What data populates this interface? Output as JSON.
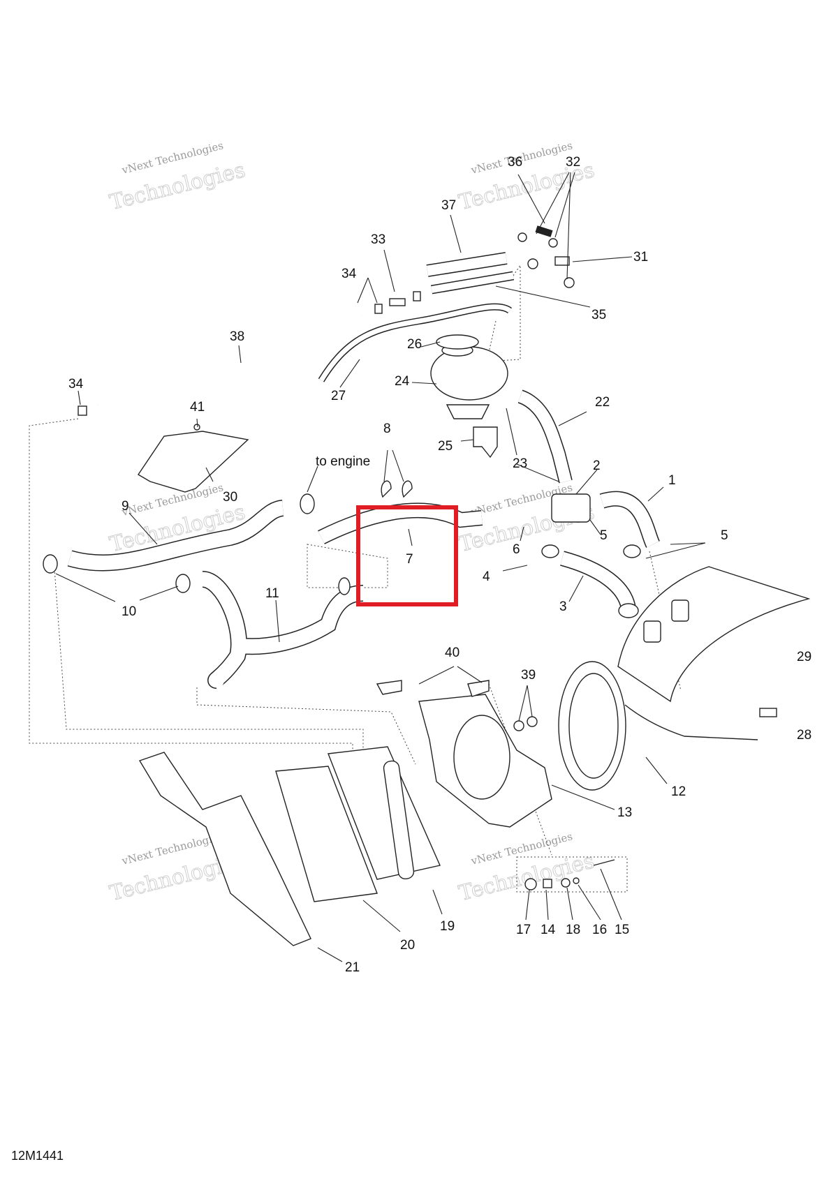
{
  "diagram": {
    "reference_code": "12M1441",
    "annotation_text": "to engine",
    "watermark": {
      "line1": "vNext Technologies",
      "line2": "Technologies"
    },
    "highlight_color": "#e01c24",
    "callouts": [
      {
        "id": "c1",
        "label": "1"
      },
      {
        "id": "c2",
        "label": "2"
      },
      {
        "id": "c3",
        "label": "3"
      },
      {
        "id": "c4",
        "label": "4"
      },
      {
        "id": "c5a",
        "label": "5"
      },
      {
        "id": "c5b",
        "label": "5"
      },
      {
        "id": "c6",
        "label": "6"
      },
      {
        "id": "c7",
        "label": "7"
      },
      {
        "id": "c8",
        "label": "8"
      },
      {
        "id": "c9",
        "label": "9"
      },
      {
        "id": "c10",
        "label": "10"
      },
      {
        "id": "c11",
        "label": "11"
      },
      {
        "id": "c12",
        "label": "12"
      },
      {
        "id": "c13",
        "label": "13"
      },
      {
        "id": "c14",
        "label": "14"
      },
      {
        "id": "c15",
        "label": "15"
      },
      {
        "id": "c16",
        "label": "16"
      },
      {
        "id": "c17",
        "label": "17"
      },
      {
        "id": "c18",
        "label": "18"
      },
      {
        "id": "c19",
        "label": "19"
      },
      {
        "id": "c20",
        "label": "20"
      },
      {
        "id": "c21",
        "label": "21"
      },
      {
        "id": "c22",
        "label": "22"
      },
      {
        "id": "c23",
        "label": "23"
      },
      {
        "id": "c24",
        "label": "24"
      },
      {
        "id": "c25",
        "label": "25"
      },
      {
        "id": "c26",
        "label": "26"
      },
      {
        "id": "c27",
        "label": "27"
      },
      {
        "id": "c28",
        "label": "28"
      },
      {
        "id": "c29",
        "label": "29"
      },
      {
        "id": "c30",
        "label": "30"
      },
      {
        "id": "c31",
        "label": "31"
      },
      {
        "id": "c32",
        "label": "32"
      },
      {
        "id": "c33",
        "label": "33"
      },
      {
        "id": "c34a",
        "label": "34"
      },
      {
        "id": "c34b",
        "label": "34"
      },
      {
        "id": "c35",
        "label": "35"
      },
      {
        "id": "c36",
        "label": "36"
      },
      {
        "id": "c37",
        "label": "37"
      },
      {
        "id": "c38",
        "label": "38"
      },
      {
        "id": "c39",
        "label": "39"
      },
      {
        "id": "c40",
        "label": "40"
      },
      {
        "id": "c41",
        "label": "41"
      }
    ]
  }
}
